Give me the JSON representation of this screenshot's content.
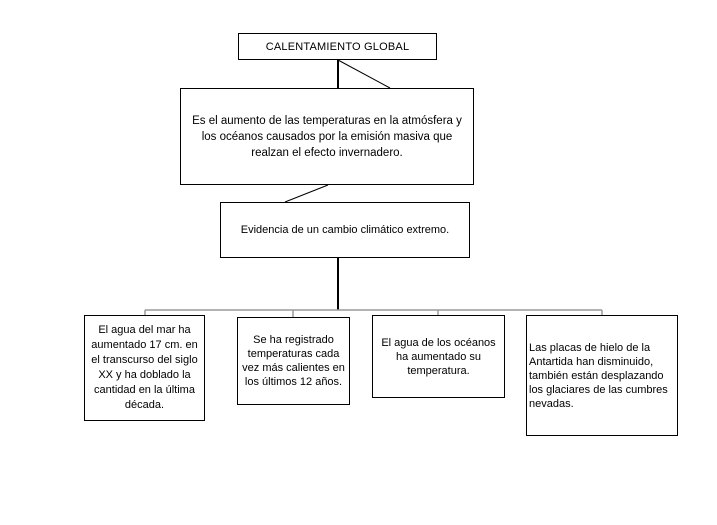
{
  "diagram": {
    "title": "CALENTAMIENTO   GLOBAL",
    "definition": "Es el  aumento  de las temperaturas en  la atmósfera y los océanos causados por la emisión masiva que realzan el efecto  invernadero.",
    "evidence": "Evidencia de  un cambio climático extremo.",
    "items": [
      "El agua del mar ha aumentado 17 cm.  en el transcurso  del siglo XX y ha doblado la cantidad en la última década.",
      "Se ha registrado temperaturas cada vez más calientes en   los últimos 12 años.",
      "El agua de los océanos ha aumentado su temperatura.",
      "Las placas de hielo de la Antartida han disminuido, también están desplazando los glaciares de las cumbres nevadas."
    ]
  },
  "colors": {
    "line": "#000000",
    "branch_line": "#9a9a9a",
    "box_border": "#000000",
    "background": "#ffffff"
  }
}
